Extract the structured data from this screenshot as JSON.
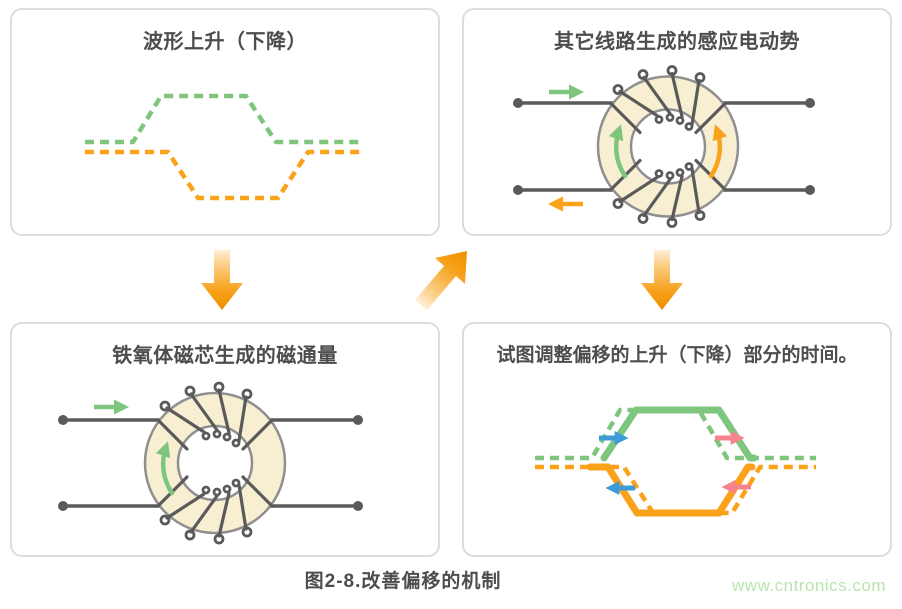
{
  "figure": {
    "caption": "图2-8.改善偏移的机制",
    "watermark": "www.cntronics.com"
  },
  "panels": [
    {
      "id": "waveform",
      "title": "波形上升（下降）"
    },
    {
      "id": "induced-emf",
      "title": "其它线路生成的感应电动势"
    },
    {
      "id": "ferrite-flux",
      "title": "铁氧体磁芯生成的磁通量"
    },
    {
      "id": "timing-adjust",
      "title": "试图调整偏移的上升（下降）部分的时间。"
    }
  ],
  "icons": {
    "down-arrow": "▼ orange gradient flow arrow",
    "up-right-arrow": "↗ orange gradient flow arrow",
    "current-right-arrow": "→ green signal direction",
    "current-left-arrow": "← orange return direction",
    "flux-up-arrow": "curved induced-flux arrow inside core",
    "shift-right-arrow": "→ blue/pink edge-timing shift",
    "shift-left-arrow": "← blue/pink edge-timing shift"
  },
  "colors": {
    "green": "#7EC67E",
    "orange": "#F9A21A",
    "blue": "#3D9BD9",
    "pink": "#F8838F",
    "line": "#5A5A5A",
    "ring": "#8F8F8F",
    "core": "#F8EFD2",
    "title": "#4D4D4D",
    "border": "#DCDCDC",
    "watermark": "#B9E5AD",
    "flow_arrow": "#F59B00"
  }
}
